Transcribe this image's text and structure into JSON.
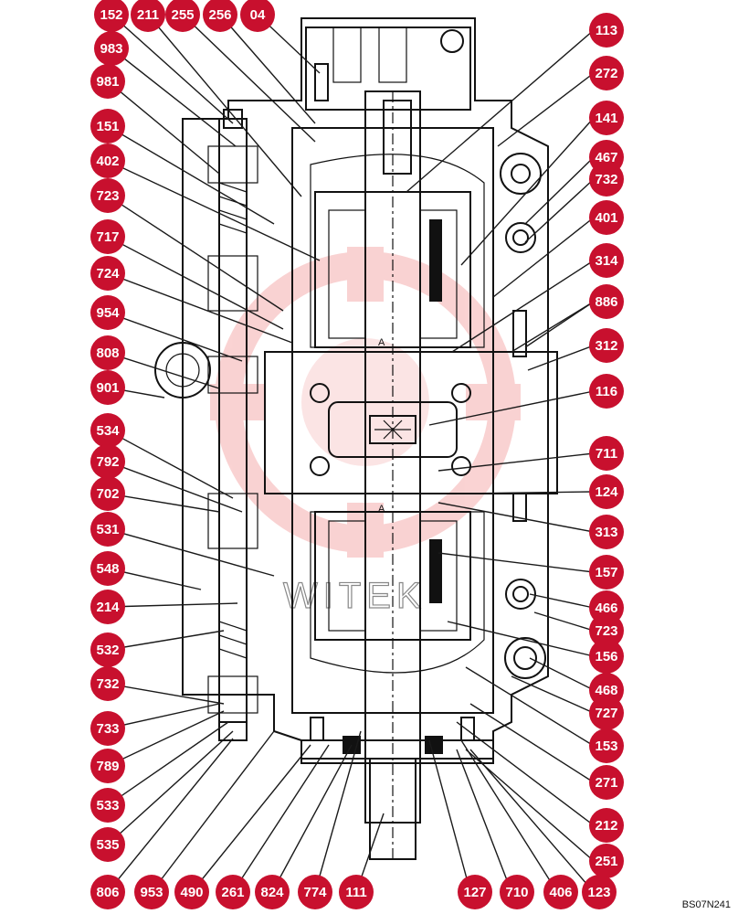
{
  "drawing_code": "BS07N241",
  "section_marks": [
    "A",
    "A"
  ],
  "watermark_text": "WITEK",
  "colors": {
    "callout": "#c8102e",
    "ink": "#111111",
    "watermark": "#f3b0b0"
  },
  "callouts_left": [
    "152",
    "211",
    "255",
    "256",
    "04",
    "983",
    "981",
    "151",
    "402",
    "723",
    "717",
    "724",
    "954",
    "808",
    "901",
    "534",
    "792",
    "702",
    "531",
    "548",
    "214",
    "532",
    "732",
    "733",
    "789",
    "533",
    "535",
    "806",
    "953",
    "490",
    "261",
    "824",
    "774",
    "111"
  ],
  "callouts_right": [
    "113",
    "272",
    "141",
    "467",
    "732",
    "401",
    "314",
    "886",
    "312",
    "116",
    "711",
    "124",
    "313",
    "157",
    "466",
    "723",
    "156",
    "468",
    "727",
    "153",
    "271",
    "212",
    "251",
    "127",
    "710",
    "406",
    "123"
  ]
}
